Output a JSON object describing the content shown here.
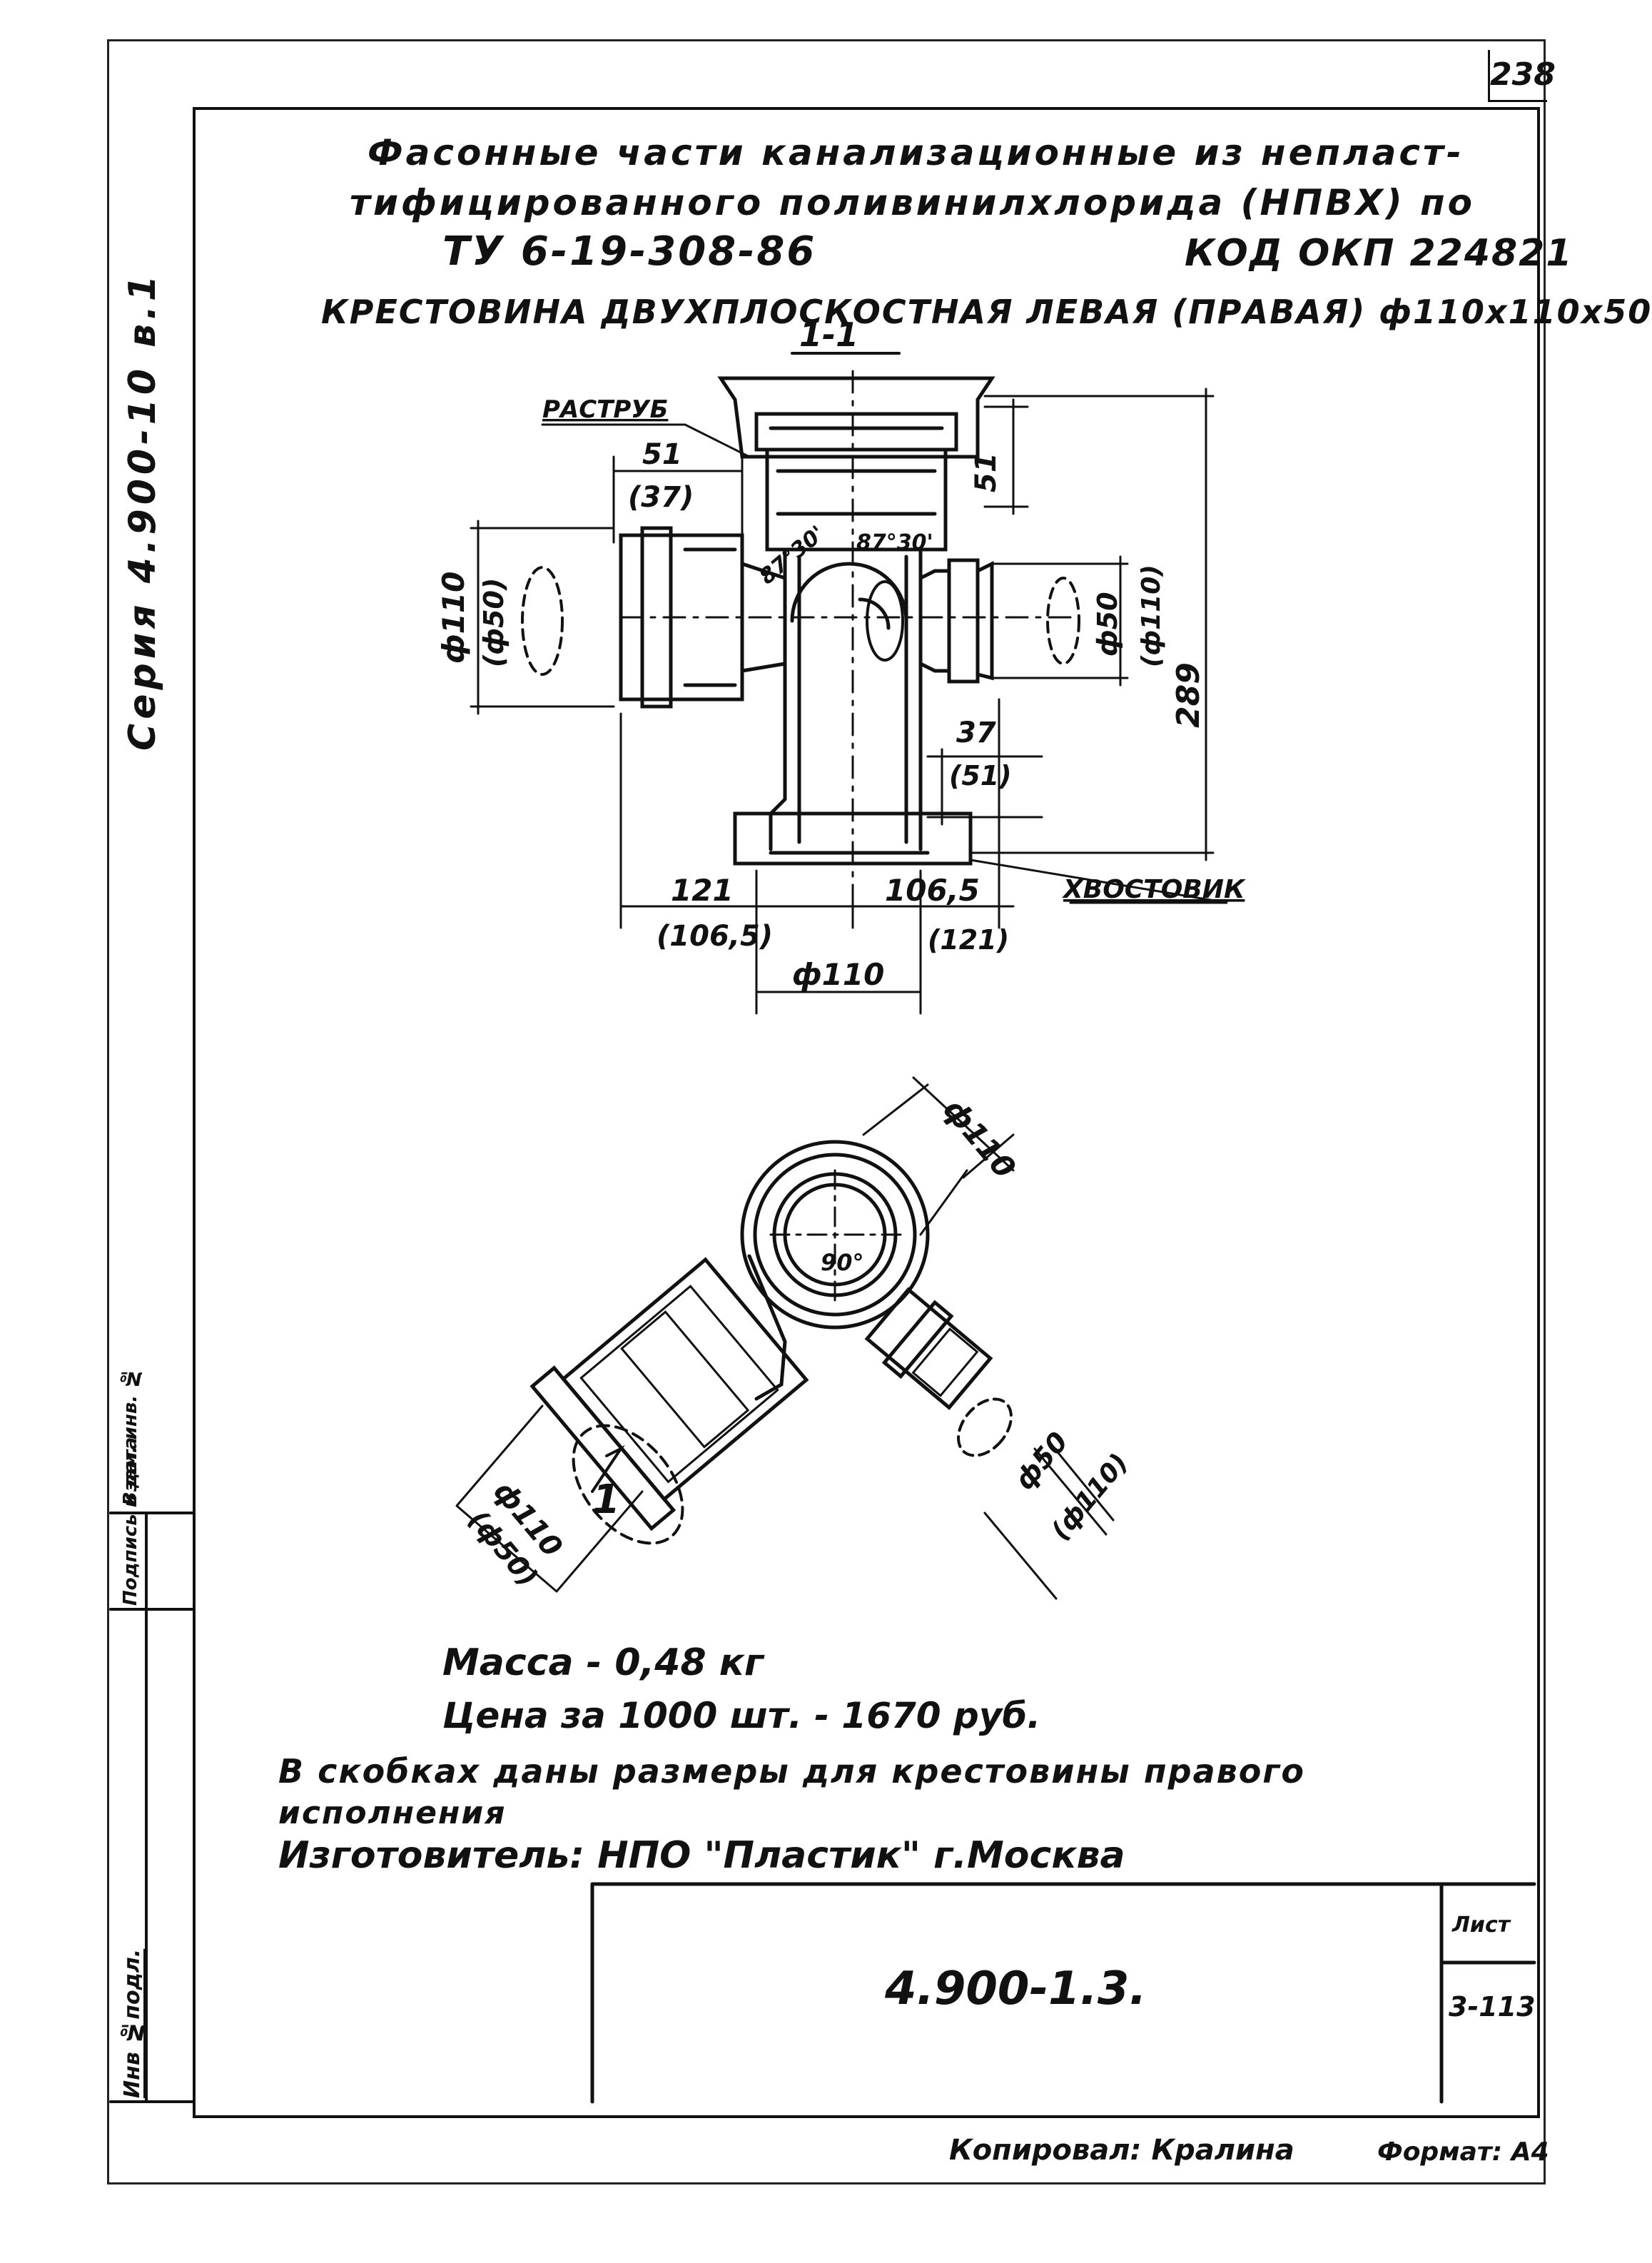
{
  "sheet_number": "238",
  "series_label": "Серия 4.900-10  в.1",
  "title": {
    "line1": "Фасонные части канализационные из непласт-",
    "line2": "тифицированного поливинилхлорида (НПВХ) по",
    "spec": "ТУ 6-19-308-86",
    "okp_code": "КОД ОКП 224821",
    "part_name": "КРЕСТОВИНА ДВУХПЛОСКОСТНАЯ ЛЕВАЯ (ПРАВАЯ) ф110х110х50"
  },
  "section_label": "1-1",
  "callouts": {
    "socket": "РАСТРУБ",
    "spigot": "ХВОСТОВИК"
  },
  "dimensions": {
    "top_left_a": "51",
    "top_left_b": "(37)",
    "top_right": "51",
    "left_dia_a": "ф110",
    "left_dia_b": "(ф50)",
    "right_dia_a": "ф50",
    "right_dia_b": "(ф110)",
    "height": "289",
    "right_low_a": "37",
    "right_low_b": "(51)",
    "bottom_left_a": "121",
    "bottom_left_b": "(106,5)",
    "bottom_right_a": "106,5",
    "bottom_right_b": "(121)",
    "bottom_dia": "ф110",
    "angle_left": "87°30'",
    "angle_right": "87°30'",
    "plan_top_dia": "ф110",
    "plan_angle": "90°",
    "plan_left_dia_a": "ф110",
    "plan_left_dia_b": "(ф50)",
    "plan_right_dia_a": "ф50",
    "plan_right_dia_b": "(ф110)",
    "plan_section_mark": "1"
  },
  "notes": {
    "mass": "Масса - 0,48 кг",
    "price": "Цена за 1000 шт. - 1670 руб.",
    "brackets_line1": "В скобках даны размеры для крестовины правого",
    "brackets_line2": "исполнения",
    "manufacturer": "Изготовитель: НПО \"Пластик\" г.Москва"
  },
  "title_block": {
    "designation": "4.900-1.3.",
    "sheet_label": "Лист",
    "sheet_value": "3-113"
  },
  "side_strip": {
    "label1": "Инв №подл.",
    "label2": "Подпись и дата",
    "label3": "Взам. инв. №"
  },
  "footer": {
    "copied": "Копировал: Кралина",
    "format": "Формат: А4"
  }
}
